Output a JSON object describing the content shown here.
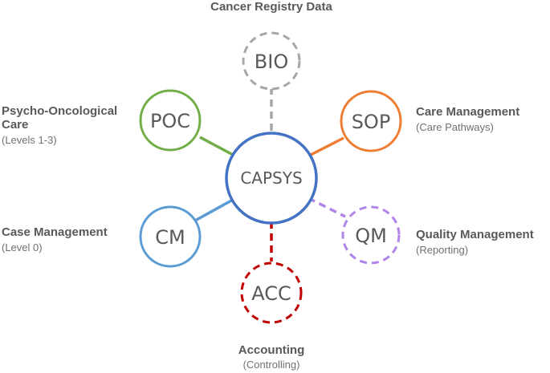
{
  "center": {
    "label": "CAPSYS",
    "color": "#4472c4"
  },
  "nodes": {
    "bio": {
      "label": "BIO",
      "color": "#a6a6a6",
      "dashed": true
    },
    "poc": {
      "label": "POC",
      "color": "#70ad47",
      "dashed": false
    },
    "sop": {
      "label": "SOP",
      "color": "#ed7d31",
      "dashed": false
    },
    "cm": {
      "label": "CM",
      "color": "#5b9bd5",
      "dashed": false
    },
    "qm": {
      "label": "QM",
      "color": "#b084e8",
      "dashed": true
    },
    "acc": {
      "label": "ACC",
      "color": "#c00000",
      "dashed": true
    }
  },
  "annotations": {
    "bio": {
      "title": "Cancer Registry Data"
    },
    "poc": {
      "title_line1": "Psycho-Oncological",
      "title_line2": "Care",
      "subtitle": "(Levels 1-3)"
    },
    "sop": {
      "title": "Care Management",
      "subtitle": "(Care Pathways)"
    },
    "cm": {
      "title": "Case Management",
      "subtitle": "(Level 0)"
    },
    "qm": {
      "title": "Quality Management",
      "subtitle": "(Reporting)"
    },
    "acc": {
      "title": "Accounting",
      "subtitle": "(Controlling)"
    }
  }
}
